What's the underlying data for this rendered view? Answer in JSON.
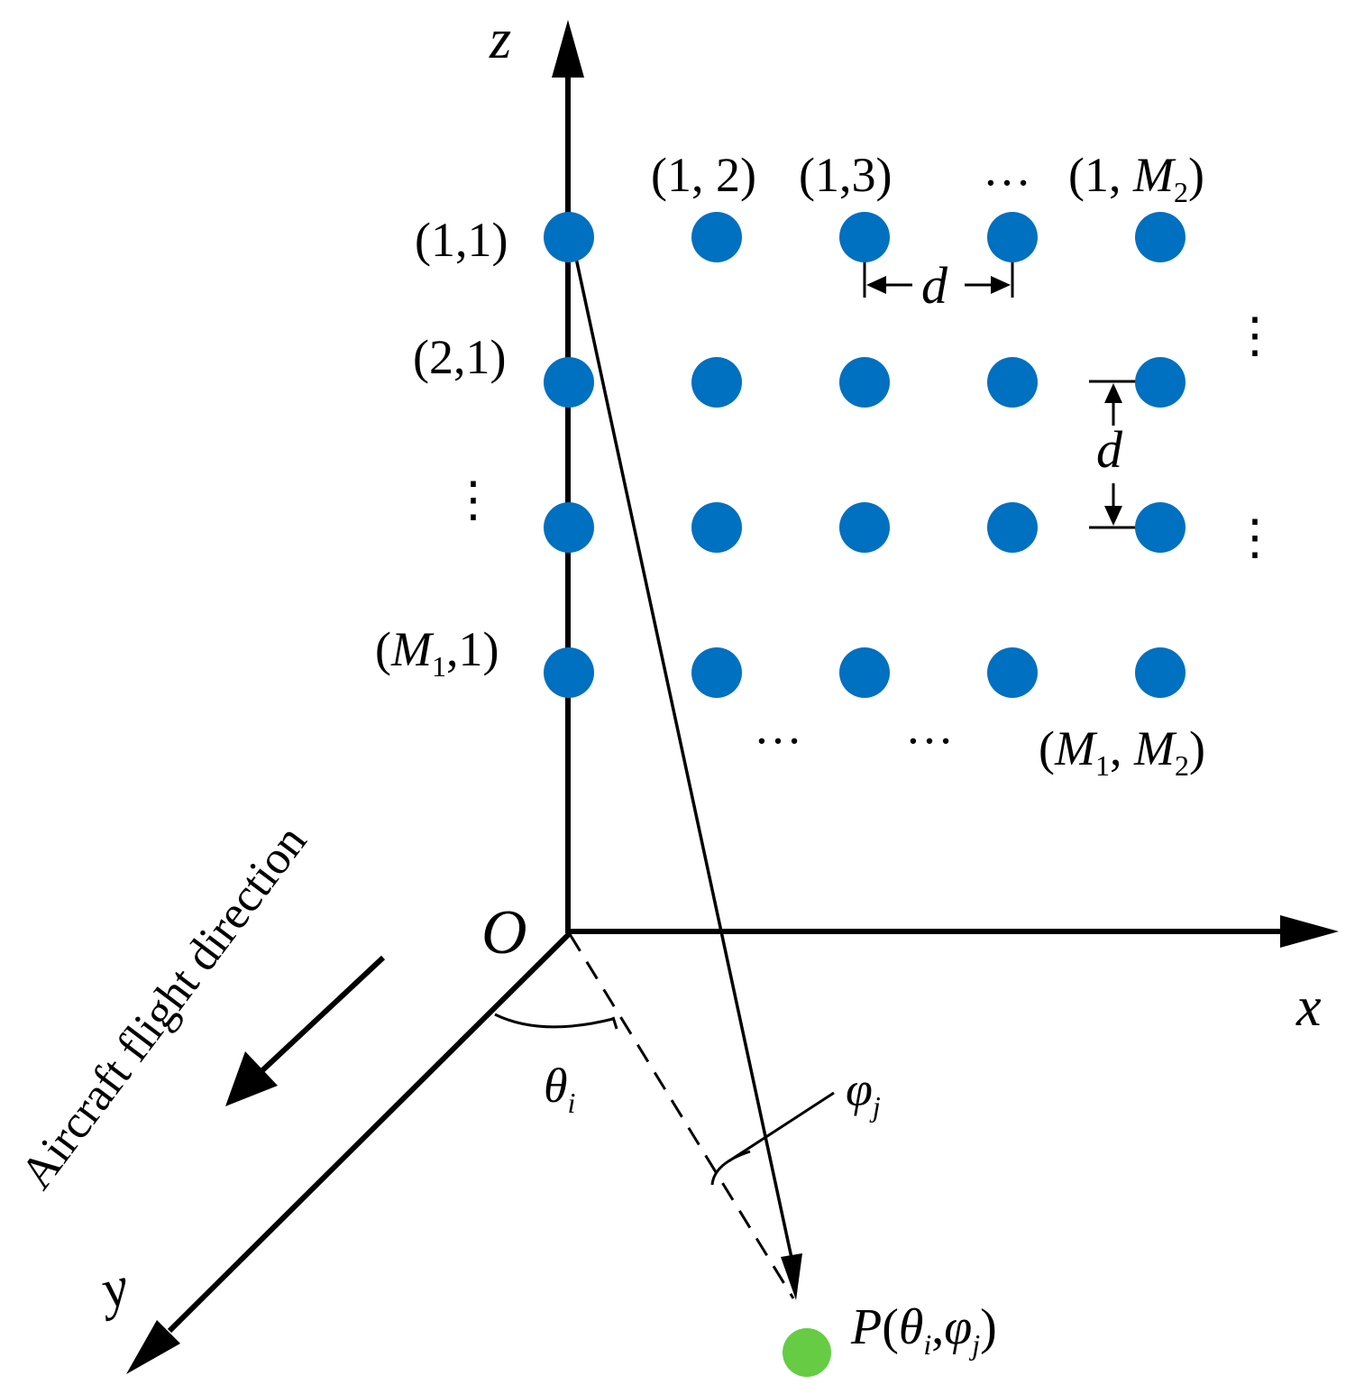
{
  "axes": {
    "z": "z",
    "x": "x",
    "y": "y",
    "origin": "O"
  },
  "flight_direction": "Aircraft flight direction",
  "element_labels": {
    "e11": {
      "open": "(",
      "row": "1",
      "sep": ",",
      "col": "1",
      "close": ")"
    },
    "e12": {
      "open": "(",
      "row": "1",
      "sep": ",",
      "col": "2",
      "close": ")"
    },
    "e13": {
      "open": "(",
      "row": "1",
      "sep": ",",
      "col": "3",
      "close": ")"
    },
    "e21": {
      "open": "(",
      "row": "2",
      "sep": ",",
      "col": "1",
      "close": ")"
    },
    "e1M2": {
      "open": "(",
      "row": "1",
      "sep": ",",
      "col": "M",
      "col_sub": "2",
      "close": ")"
    },
    "eM11": {
      "open": "(",
      "row": "M",
      "row_sub": "1",
      "sep": ",",
      "col": "1",
      "close": ")"
    },
    "eM1M2": {
      "open": "(",
      "row": "M",
      "row_sub": "1",
      "sep": ",",
      "col": "M",
      "col_sub": "2",
      "close": ")"
    }
  },
  "ellipsis": "…",
  "vertical_ellipsis": "⋮",
  "spacing_label": "d",
  "angles": {
    "theta": "θ",
    "theta_sub": "i",
    "phi": "φ",
    "phi_sub": "j"
  },
  "target": {
    "name": "P",
    "open": "(",
    "theta": "θ",
    "theta_sub": "i",
    "sep": ",",
    "phi": "φ",
    "phi_sub": "j",
    "close": ")"
  },
  "array": {
    "rows": 4,
    "cols": 5
  },
  "colors": {
    "element": "#0070c0",
    "target": "#66cc44",
    "line": "#000000"
  }
}
